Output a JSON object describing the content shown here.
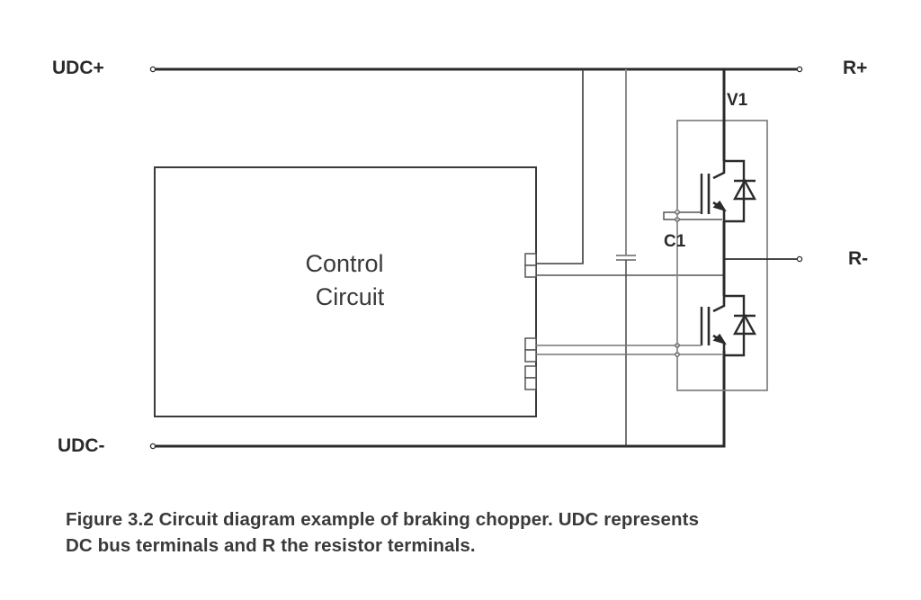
{
  "diagram": {
    "title": "Braking chopper circuit",
    "terminals": {
      "udc_plus": "UDC+",
      "udc_minus": "UDC-",
      "r_plus": "R+",
      "r_minus": "R-"
    },
    "components": {
      "v1": "V1",
      "c1": "C1"
    },
    "control_block": {
      "line1": "Control",
      "line2": "Circuit"
    },
    "colors": {
      "bus_line": "#2b2b2b",
      "signal_line": "#555555",
      "light_line": "#8a8a8a",
      "text": "#2a2a2a"
    }
  },
  "caption": {
    "line1": "Figure 3.2 Circuit diagram example of braking chopper. UDC represents",
    "line2": "DC bus terminals and R the resistor terminals."
  }
}
